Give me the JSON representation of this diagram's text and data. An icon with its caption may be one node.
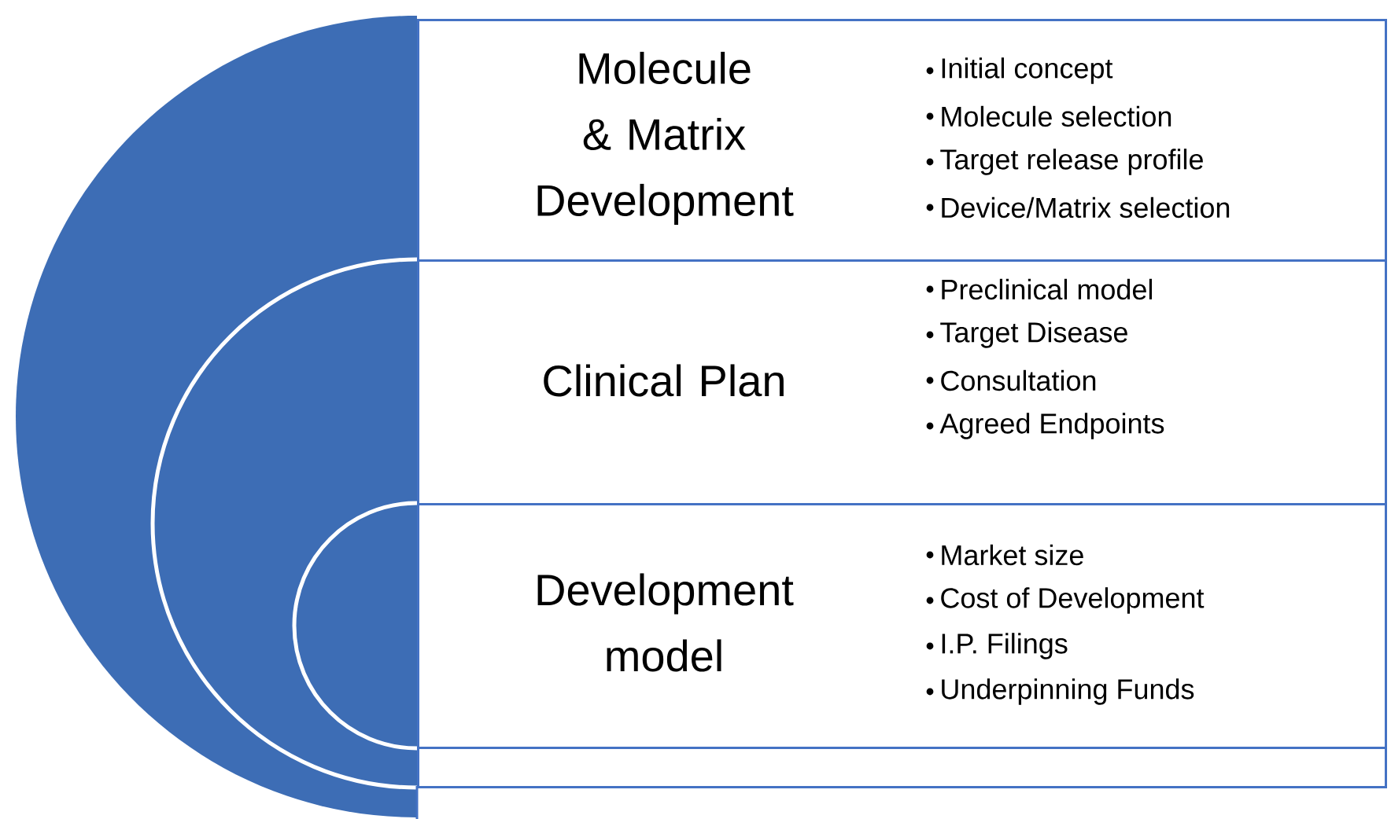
{
  "diagram": {
    "nodes": [
      {
        "text": [
          "Molecule & Matrix Development",
          "Initial concept",
          "Molecule selection",
          "Target release profile",
          "Device/Matrix selection"
        ]
      },
      {
        "text": [
          "Clinical Plan",
          "Preclinical model",
          "Target Disease",
          "Consultation",
          "Agreed Endpoints"
        ]
      },
      {
        "text": [
          "Development model",
          "Market size",
          "Cost of Development",
          "I.P. Filings",
          "Underpinning Funds"
        ]
      },
      {
        "text": [],
        "shape": "box"
      }
    ]
  }
}
